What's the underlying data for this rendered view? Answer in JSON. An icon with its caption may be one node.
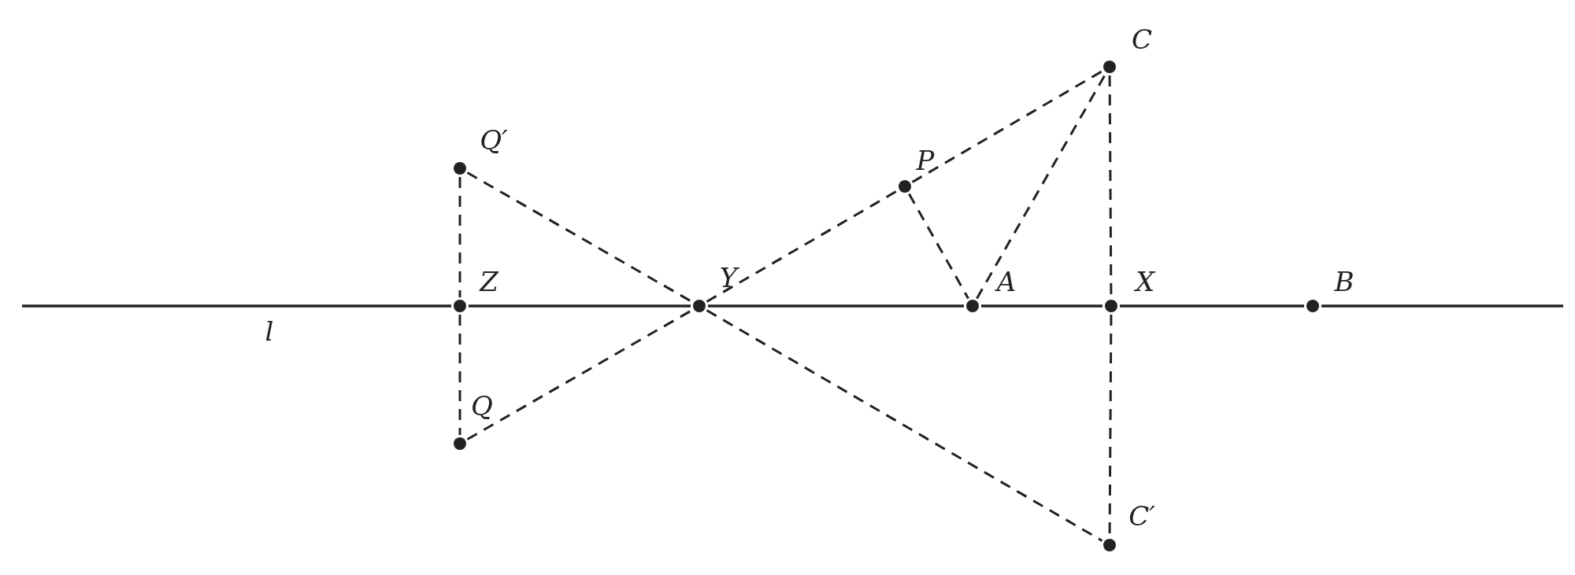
{
  "diagram": {
    "nodes": [
      {
        "text": [],
        "shape": "circle",
        "beside": [
          "C"
        ]
      },
      {
        "text": [],
        "shape": "circle",
        "beside": [
          "Q′"
        ]
      },
      {
        "text": [],
        "shape": "circle",
        "beside": [
          "P"
        ]
      },
      {
        "text": [],
        "shape": "circle",
        "beside": [
          "Z"
        ]
      },
      {
        "text": [],
        "shape": "circle",
        "beside": [
          "Y"
        ]
      },
      {
        "text": [],
        "shape": "circle",
        "beside": [
          "A"
        ]
      },
      {
        "text": [],
        "shape": "circle",
        "beside": [
          "X"
        ]
      },
      {
        "text": [],
        "shape": "circle",
        "beside": [
          "B"
        ]
      },
      {
        "text": [],
        "shape": "circle",
        "beside": [
          "Q"
        ]
      },
      {
        "text": [],
        "shape": "circle",
        "beside": [
          "C′"
        ]
      }
    ],
    "edges": [
      {
        "from": null,
        "to": 3,
        "arrow": "none"
      },
      {
        "from": 3,
        "to": 4,
        "arrow": "none"
      },
      {
        "from": 4,
        "to": 5,
        "arrow": "none"
      },
      {
        "from": 5,
        "to": 6,
        "arrow": "none"
      },
      {
        "from": 6,
        "to": 7,
        "arrow": "none"
      },
      {
        "from": 7,
        "to": null,
        "arrow": "none"
      },
      {
        "from": 1,
        "to": 3,
        "arrow": "none",
        "style": "dashed"
      },
      {
        "from": 3,
        "to": 8,
        "arrow": "none",
        "style": "dashed"
      },
      {
        "from": 1,
        "to": 4,
        "arrow": "none",
        "style": "dashed"
      },
      {
        "from": 4,
        "to": 9,
        "arrow": "none",
        "style": "dashed"
      },
      {
        "from": 8,
        "to": 4,
        "arrow": "none",
        "style": "dashed"
      },
      {
        "from": 4,
        "to": 2,
        "arrow": "none",
        "style": "dashed"
      },
      {
        "from": 2,
        "to": 0,
        "arrow": "none",
        "style": "dashed"
      },
      {
        "from": 2,
        "to": 5,
        "arrow": "none",
        "style": "dashed"
      },
      {
        "from": 5,
        "to": 0,
        "arrow": "none",
        "style": "dashed"
      },
      {
        "from": 0,
        "to": 6,
        "arrow": "none",
        "style": "dashed"
      },
      {
        "from": 6,
        "to": 9,
        "arrow": "none",
        "style": "dashed"
      }
    ],
    "labels": [
      "l"
    ]
  }
}
